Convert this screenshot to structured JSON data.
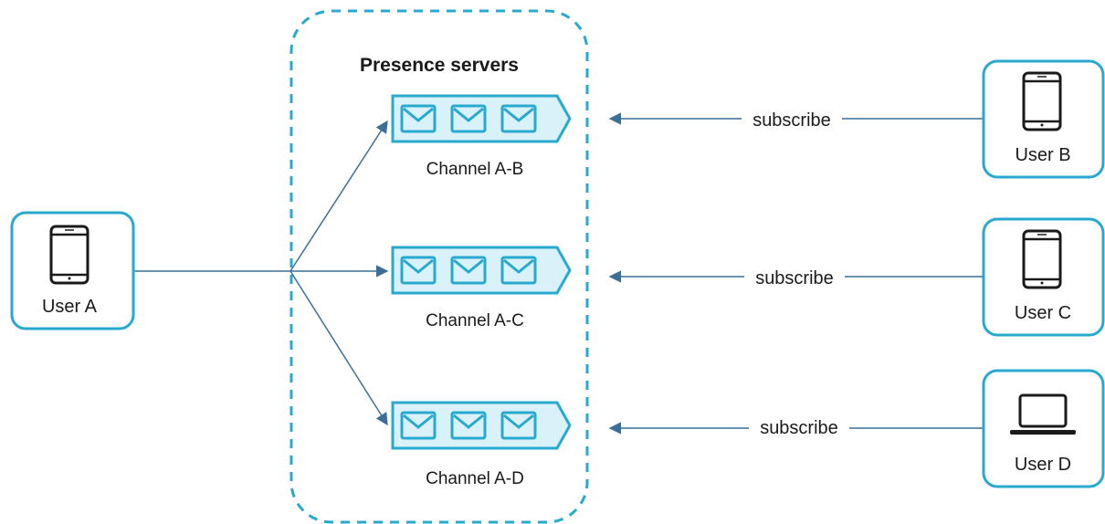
{
  "group": {
    "title": "Presence servers"
  },
  "publisher": {
    "label": "User A",
    "device": "phone-icon"
  },
  "channels": [
    {
      "label": "Channel A-B"
    },
    {
      "label": "Channel A-C"
    },
    {
      "label": "Channel A-D"
    }
  ],
  "subscribers": [
    {
      "label": "User B",
      "device": "phone-icon",
      "edge_label": "subscribe"
    },
    {
      "label": "User C",
      "device": "phone-icon",
      "edge_label": "subscribe"
    },
    {
      "label": "User D",
      "device": "laptop-icon",
      "edge_label": "subscribe"
    }
  ],
  "colors": {
    "accent": "#29a9cf",
    "queue_fill": "#d9f1f8",
    "arrow": "#3a6f96",
    "device": "#1a1a1a"
  }
}
